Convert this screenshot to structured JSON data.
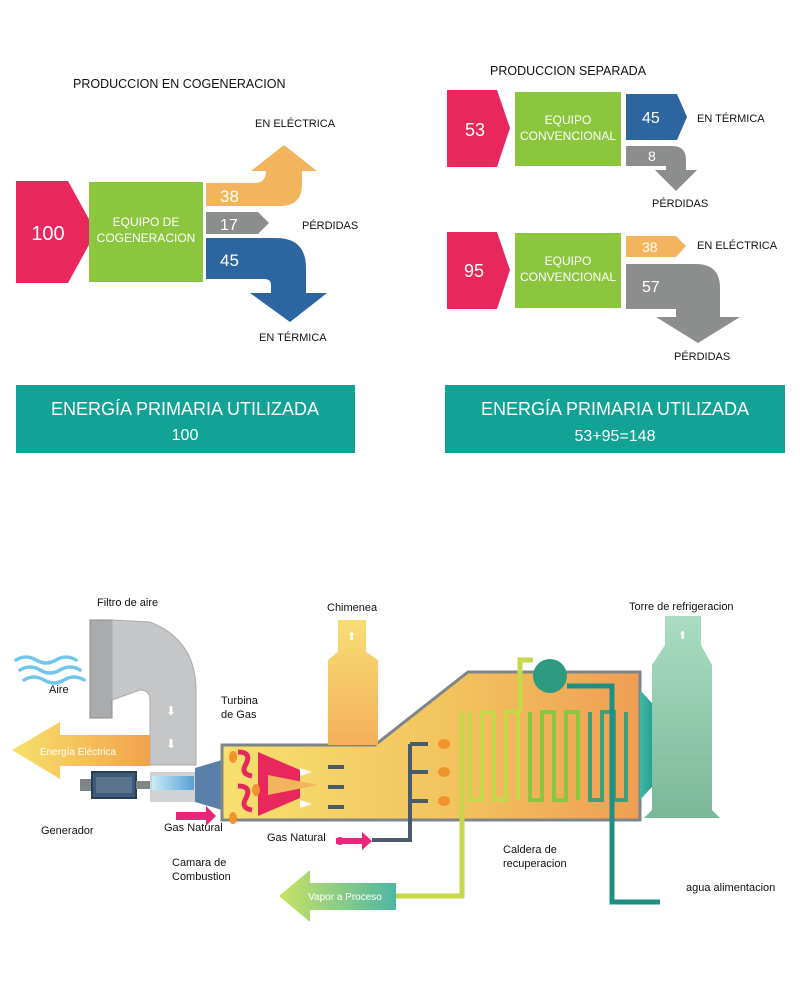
{
  "colors": {
    "pink": "#e8275c",
    "green": "#8cc63f",
    "orange": "#f2b45c",
    "gray": "#8c8e8e",
    "lightgray": "#a9abac",
    "blue": "#2d65a0",
    "teal": "#13a396",
    "white": "#ffffff"
  },
  "cogeneration": {
    "title": "PRODUCCION EN COGENERACION",
    "input_value": "100",
    "equipment_label_line1": "EQUIPO DE",
    "equipment_label_line2": "COGENERACION",
    "electric_value": "38",
    "losses_value": "17",
    "thermal_value": "45",
    "electric_label": "EN ELÉCTRICA",
    "losses_label": "PÉRDIDAS",
    "thermal_label": "EN TÉRMICA",
    "primary_energy_title": "ENERGÍA PRIMARIA UTILIZADA",
    "primary_energy_value": "100"
  },
  "separate": {
    "title": "PRODUCCION SEPARADA",
    "thermal_input": "53",
    "thermal_equipment_line1": "EQUIPO",
    "thermal_equipment_line2": "CONVENCIONAL",
    "thermal_output_value": "45",
    "thermal_output_label": "EN TÉRMICA",
    "thermal_losses_value": "8",
    "thermal_losses_label": "PÉRDIDAS",
    "electric_input": "95",
    "electric_equipment_line1": "EQUIPO",
    "electric_equipment_line2": "CONVENCIONAL",
    "electric_output_value": "38",
    "electric_output_label": "EN ELÉCTRICA",
    "electric_losses_value": "57",
    "electric_losses_label": "PÉRDIDAS",
    "primary_energy_title": "ENERGÍA PRIMARIA UTILIZADA",
    "primary_energy_value": "53+95=148"
  },
  "plant": {
    "air_filter": "Filtro de aire",
    "air": "Aire",
    "electric_energy": "Energía Eléctrica",
    "generator": "Generador",
    "gas_turbine_line1": "Turbina",
    "gas_turbine_line2": "de Gas",
    "natural_gas_turbine": "Gas Natural",
    "combustion_chamber_line1": "Camara de",
    "combustion_chamber_line2": "Combustion",
    "chimney": "Chimenea",
    "natural_gas_boiler": "Gas Natural",
    "recovery_boiler_line1": "Caldera de",
    "recovery_boiler_line2": "recuperacion",
    "cooling_tower": "Torre de refrigeracion",
    "feed_water": "agua alimentacion",
    "process_steam": "Vapor a Proceso"
  }
}
